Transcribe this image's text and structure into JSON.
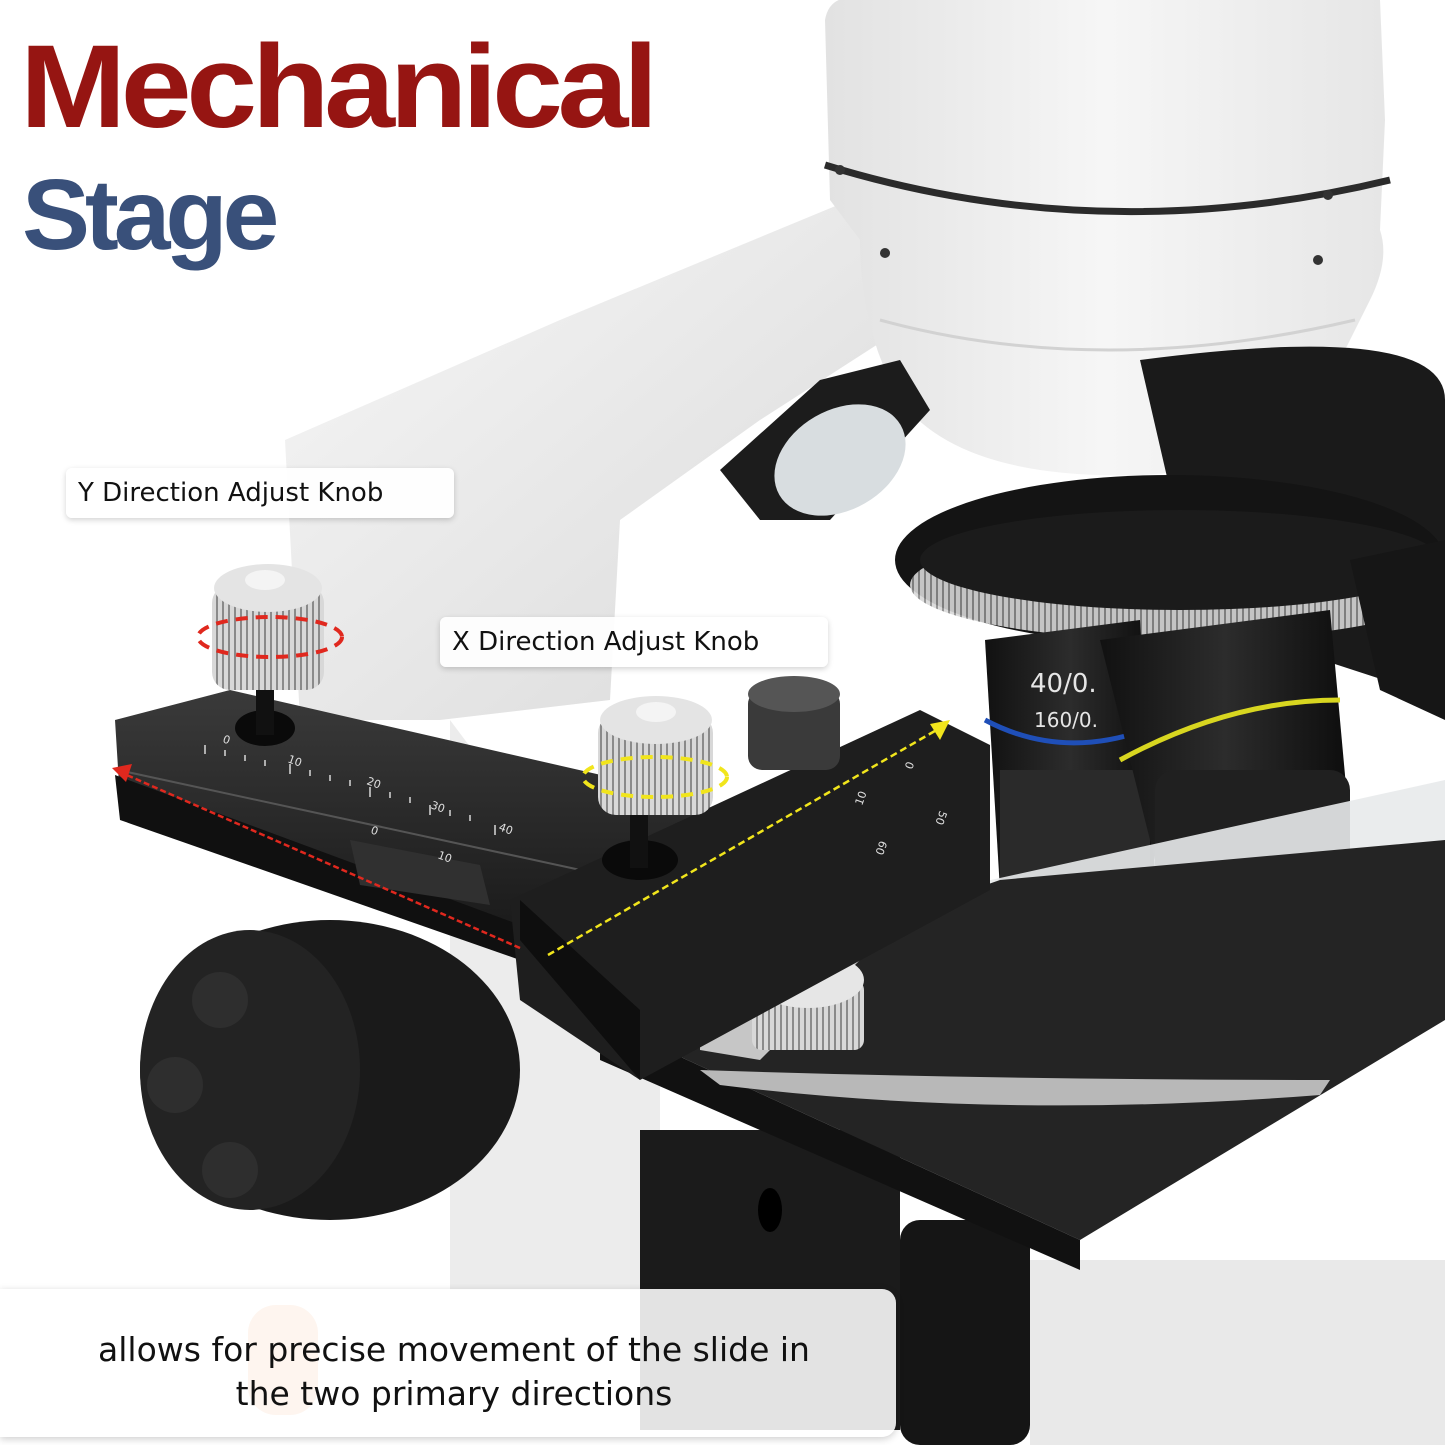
{
  "headline": {
    "line1": "Mechanical",
    "line2": "Stage",
    "line1_color": "#961512",
    "line2_color": "#39507a"
  },
  "callouts": {
    "y_knob": "Y Direction Adjust Knob",
    "x_knob": "X Direction Adjust Knob"
  },
  "caption": {
    "line1": "allows for precise movement of the slide in",
    "line2": "the two primary directions"
  },
  "scale_y": {
    "ticks": [
      "0",
      "10",
      "20",
      "30",
      "40"
    ],
    "vernier": [
      "0",
      "10"
    ]
  },
  "scale_x": {
    "ticks": [
      "0",
      "10"
    ],
    "vernier": [
      "50",
      "60"
    ]
  },
  "objective": {
    "label_line1": "40/0.",
    "label_line2": "160/0."
  },
  "annotation_colors": {
    "y_direction": "#e0281e",
    "x_direction": "#f1e51c",
    "objective_band_blue": "#1f4fb8",
    "objective_band_yellow": "#d8d620"
  }
}
